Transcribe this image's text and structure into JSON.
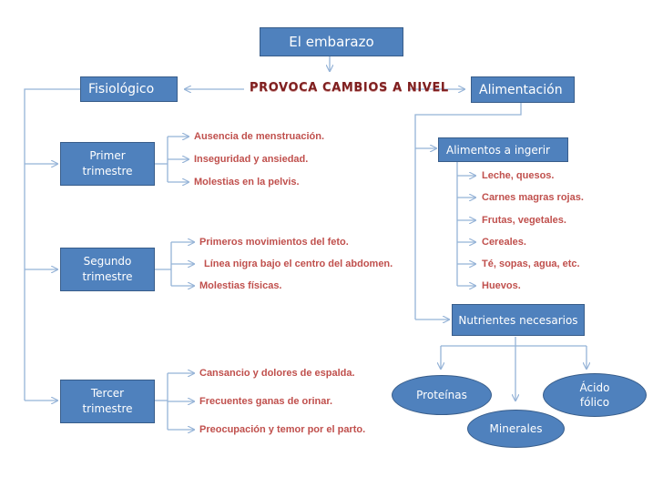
{
  "title": "El embarazo",
  "middle_label": "PROVOCA CAMBIOS A NIVEL",
  "left": {
    "heading": "Fisiológico",
    "trimesters": [
      {
        "label": "Primer\ntrimestre",
        "items": [
          "Ausencia de menstruación.",
          "Inseguridad y ansiedad.",
          "Molestias en la pelvis."
        ]
      },
      {
        "label": "Segundo\ntrimestre",
        "items": [
          "Primeros movimientos del feto.",
          "Línea nigra bajo el centro del abdomen.",
          "Molestias físicas."
        ]
      },
      {
        "label": "Tercer\ntrimestre",
        "items": [
          "Cansancio y dolores de espalda.",
          "Frecuentes ganas de orinar.",
          "Preocupación y temor por  el parto."
        ]
      }
    ]
  },
  "right": {
    "heading": "Alimentación",
    "foods_heading": "Alimentos a ingerir",
    "foods": [
      "Leche, quesos.",
      "Carnes magras rojas.",
      "Frutas, vegetales.",
      "Cereales.",
      "Té, sopas, agua, etc.",
      "Huevos."
    ],
    "nutrients_heading": "Nutrientes necesarios",
    "nutrients": [
      "Proteínas",
      "Minerales",
      "Ácido\nfólico"
    ]
  },
  "colors": {
    "box_fill": "#4f81bd",
    "box_border": "#385d8a",
    "connector": "#95b3d7",
    "item_text": "#c0504d"
  }
}
